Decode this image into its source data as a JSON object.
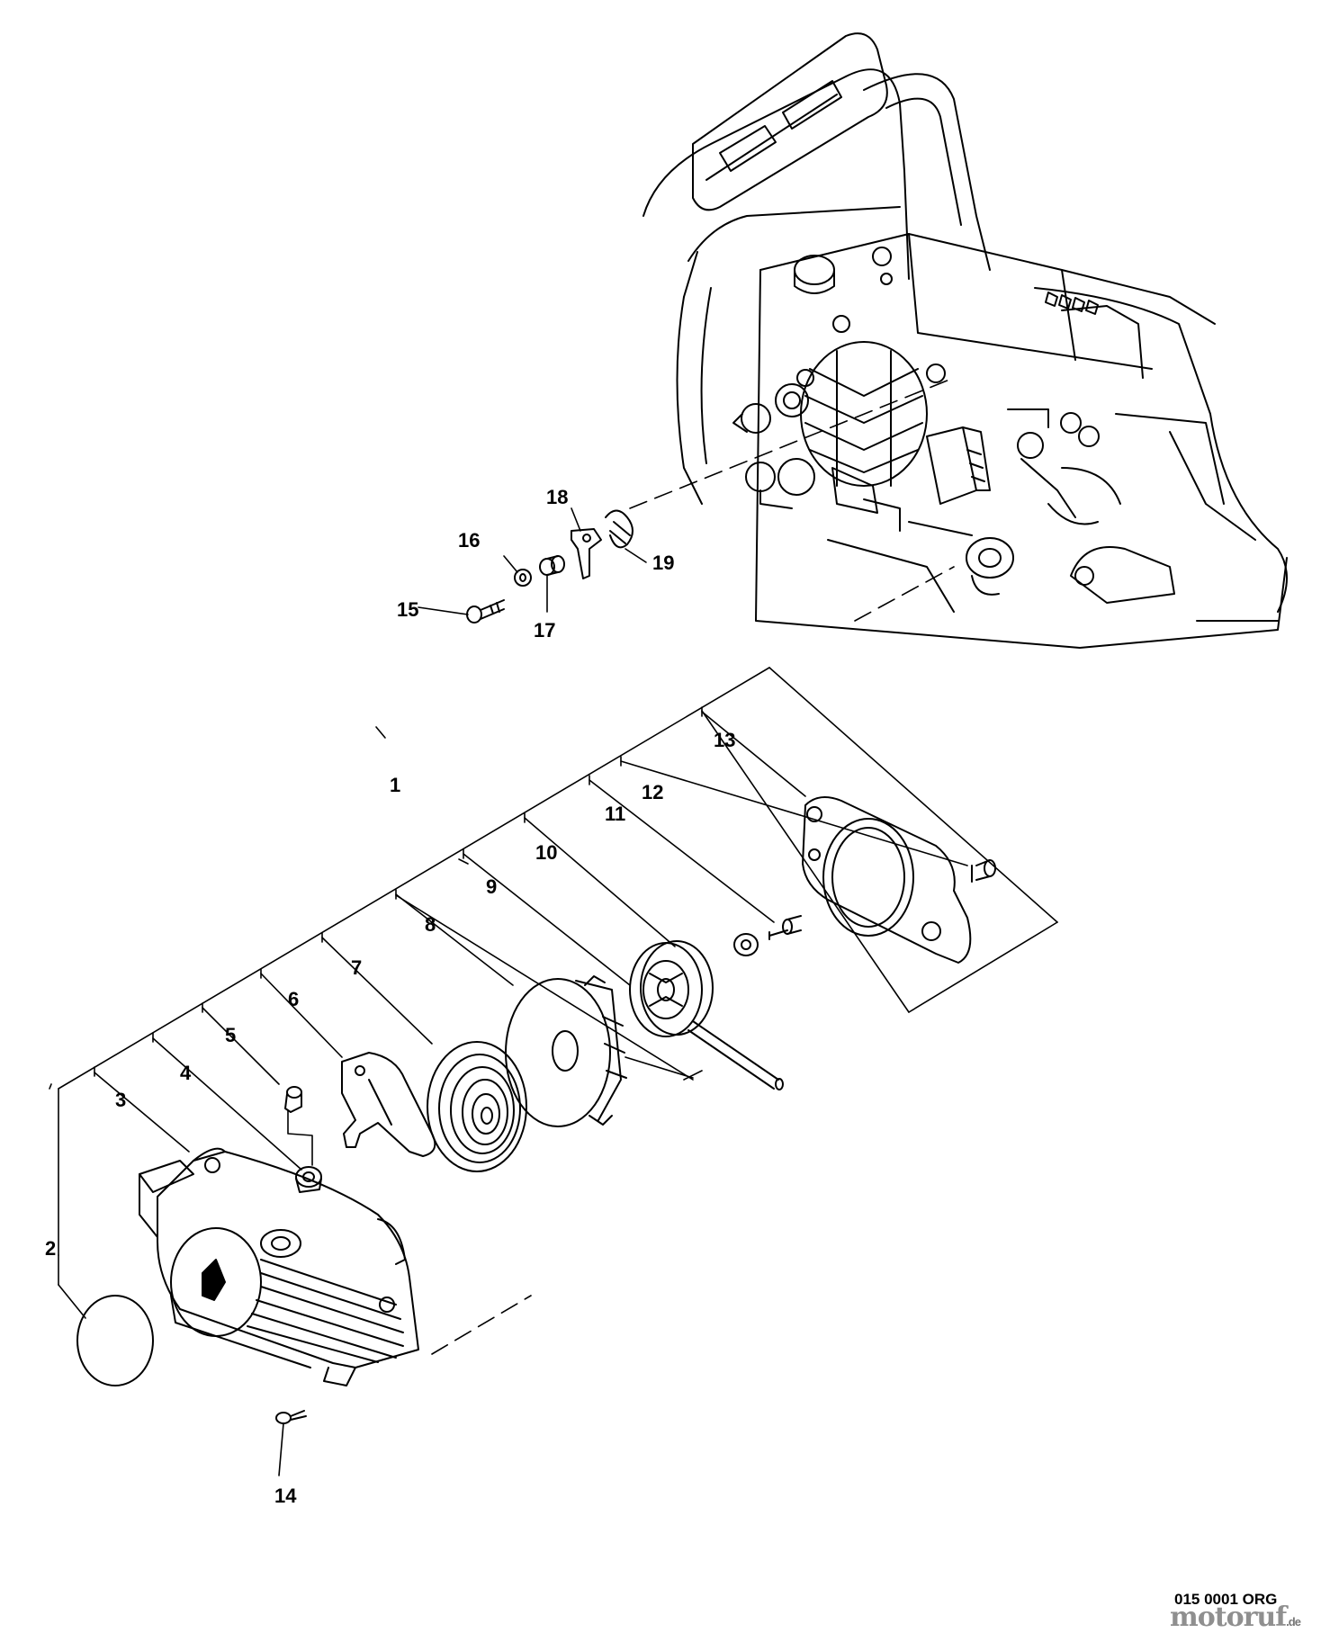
{
  "diagram": {
    "part_labels": [
      "1",
      "2",
      "3",
      "4",
      "5",
      "6",
      "7",
      "8",
      "9",
      "10",
      "11",
      "12",
      "13",
      "14",
      "15",
      "16",
      "17",
      "18",
      "19"
    ],
    "drawing_code": "015 0001 ORG",
    "watermark": {
      "name": "motoruf",
      "tld": ".de"
    }
  }
}
